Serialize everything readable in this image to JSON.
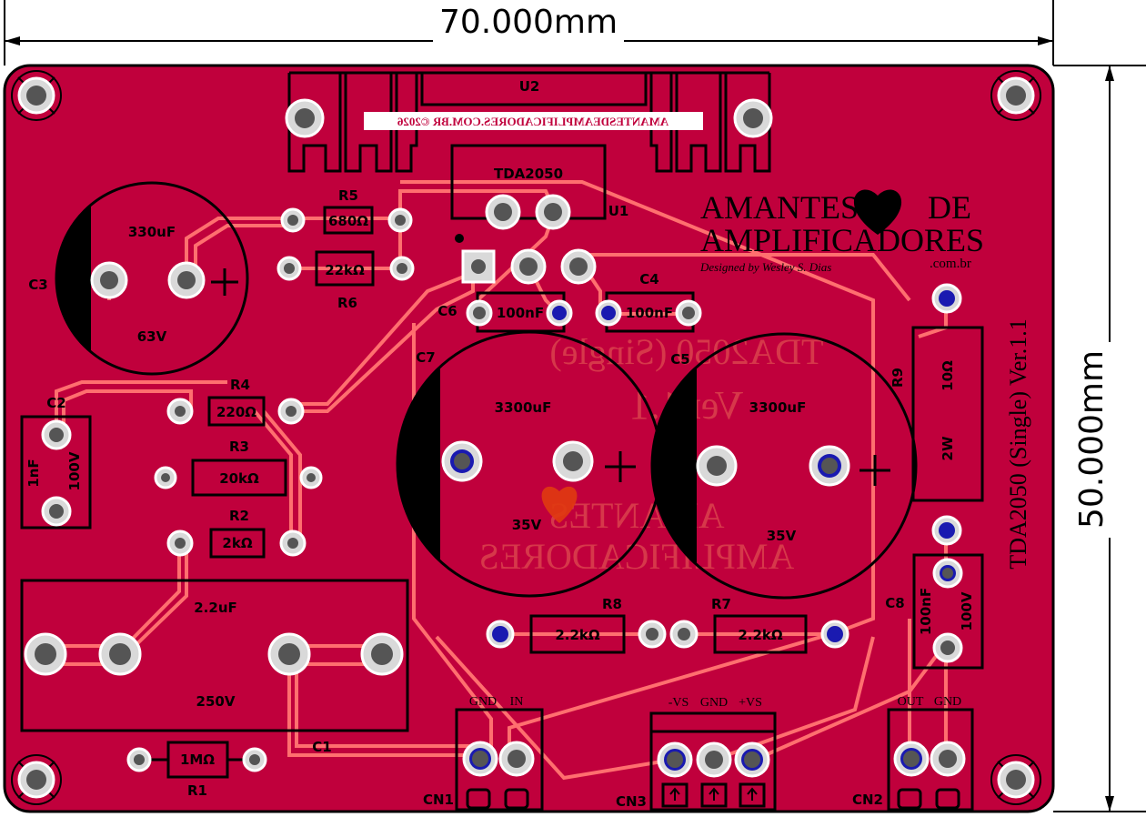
{
  "dimensions": {
    "width": "70.000mm",
    "height": "50.000mm"
  },
  "board": {
    "color": "#c0003c",
    "title_vertical": "TDA2050 (Single) Ver.1.1",
    "mirrored_title_line1": "TDA2050 (Single)",
    "mirrored_title_line2": "Ver.1.1",
    "logo_line1": "AMANTES",
    "logo_line2": "DE",
    "logo_line3": "AMPLIFICADORES",
    "logo_signature": "Designed by Wesley S. Dias",
    "logo_domain": ".com.br",
    "heatsink_banner": "AMANTESDEAMPLIFICADORES.COM.BR ©2026"
  },
  "components": {
    "U2": {
      "ref": "U2"
    },
    "U1": {
      "ref": "U1",
      "value": "TDA2050"
    },
    "C3": {
      "ref": "C3",
      "value": "330uF",
      "voltage": "63V"
    },
    "C2": {
      "ref": "C2",
      "value": "1nF",
      "voltage": "100V"
    },
    "C1": {
      "ref": "C1",
      "value": "2.2uF",
      "voltage": "250V"
    },
    "C7": {
      "ref": "C7",
      "value": "3300uF",
      "voltage": "35V"
    },
    "C5": {
      "ref": "C5",
      "value": "3300uF",
      "voltage": "35V"
    },
    "C6": {
      "ref": "C6",
      "value": "100nF"
    },
    "C4": {
      "ref": "C4",
      "value": "100nF"
    },
    "C8": {
      "ref": "C8",
      "value": "100nF",
      "voltage": "100V"
    },
    "R1": {
      "ref": "R1",
      "value": "1MΩ"
    },
    "R2": {
      "ref": "R2",
      "value": "2kΩ"
    },
    "R3": {
      "ref": "R3",
      "value": "20kΩ"
    },
    "R4": {
      "ref": "R4",
      "value": "220Ω"
    },
    "R5": {
      "ref": "R5",
      "value": "680Ω"
    },
    "R6": {
      "ref": "R6",
      "value": "22kΩ"
    },
    "R7": {
      "ref": "R7",
      "value": "2.2kΩ"
    },
    "R8": {
      "ref": "R8",
      "value": "2.2kΩ"
    },
    "R9": {
      "ref": "R9",
      "value": "10Ω",
      "power": "2W"
    }
  },
  "connectors": {
    "CN1": {
      "ref": "CN1",
      "pin1": "GND",
      "pin2": "IN"
    },
    "CN3": {
      "ref": "CN3",
      "pin1": "-VS",
      "pin2": "GND",
      "pin3": "+VS"
    },
    "CN2": {
      "ref": "CN2",
      "pin1": "OUT",
      "pin2": "GND"
    }
  }
}
